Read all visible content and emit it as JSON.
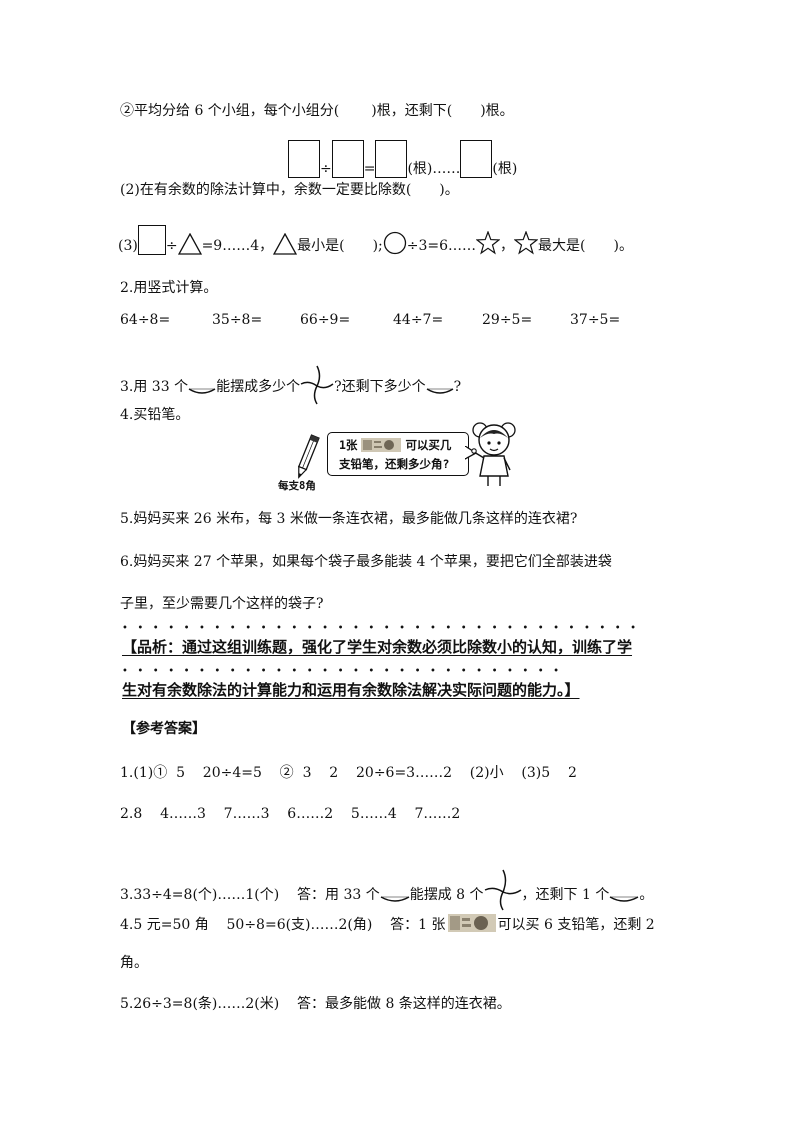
{
  "q1_2": {
    "text_a": "②平均分给 6 个小组，每个小组分(",
    "text_b": ")根，还剩下(",
    "text_c": ")根。"
  },
  "q1_2_formula": {
    "div": "÷",
    "eq": "=",
    "unit1": "(根)……",
    "unit2": "(根)"
  },
  "q1_2b": {
    "text": "(2)在有余数的除法计算中，余数一定要比除数(　　)。"
  },
  "q1_3": {
    "prefix": "(3)",
    "t1": "÷",
    "t2": "=9……4，",
    "t3": "最小是(　　);",
    "t4": "÷3=6……",
    "t5": "，",
    "t6": "最大是(　　)。"
  },
  "q2": {
    "title": "2.用竖式计算。",
    "items": [
      "64÷8=",
      "35÷8=",
      "66÷9=",
      "44÷7=",
      "29÷5=",
      "37÷5="
    ]
  },
  "q3": {
    "a": "3.用 33 个",
    "b": "能摆成多少个",
    "c": "?还剩下多少个",
    "d": "?"
  },
  "q4": {
    "title": "4.买铅笔。",
    "pencil_caption": "每支8角",
    "bubble_line1_a": "1张",
    "bubble_line1_b": "可以买几",
    "bubble_line2": "支铅笔，还剩多少角?"
  },
  "q5": {
    "text": "5.妈妈买来 26 米布，每 3 米做一条连衣裙，最多能做几条这样的连衣裙?"
  },
  "q6": {
    "line1": "6.妈妈买来 27 个苹果，如果每个袋子最多能装 4 个苹果，要把它们全部装进袋",
    "line2": "子里，至少需要几个这样的袋子?"
  },
  "analysis": {
    "line1": "【品析：通过这组训练题，强化了学生对余数必须比除数小的认知，训练了学",
    "line2": "生对有余数除法的计算能力和运用有余数除法解决实际问题的能力。】"
  },
  "answers": {
    "title": "【参考答案】",
    "a1": "1.(1)①  5    20÷4=5    ②  3    2    20÷6=3……2    (2)小    (3)5    2",
    "a2": "2.8    4……3    7……3    6……2    5……4    7……2",
    "a3_a": "3.33÷4=8(个)……1(个)    答：用 33 个",
    "a3_b": "能摆成 8 个",
    "a3_c": "，还剩下 1 个",
    "a3_d": "。",
    "a4_a": "4.5 元=50 角    50÷8=6(支)……2(角)    答：1 张",
    "a4_b": "可以买 6 支铅笔，还剩 2",
    "a4_line2": "角。",
    "a5": "5.26÷3=8(条)……2(米)    答：最多能做 8 条这样的连衣裙。"
  },
  "icons": [
    "stick-icon",
    "pinwheel-icon",
    "pencil-icon",
    "banknote-icon",
    "girl-icon",
    "square-box",
    "triangle-icon",
    "circle-icon",
    "star-icon"
  ]
}
